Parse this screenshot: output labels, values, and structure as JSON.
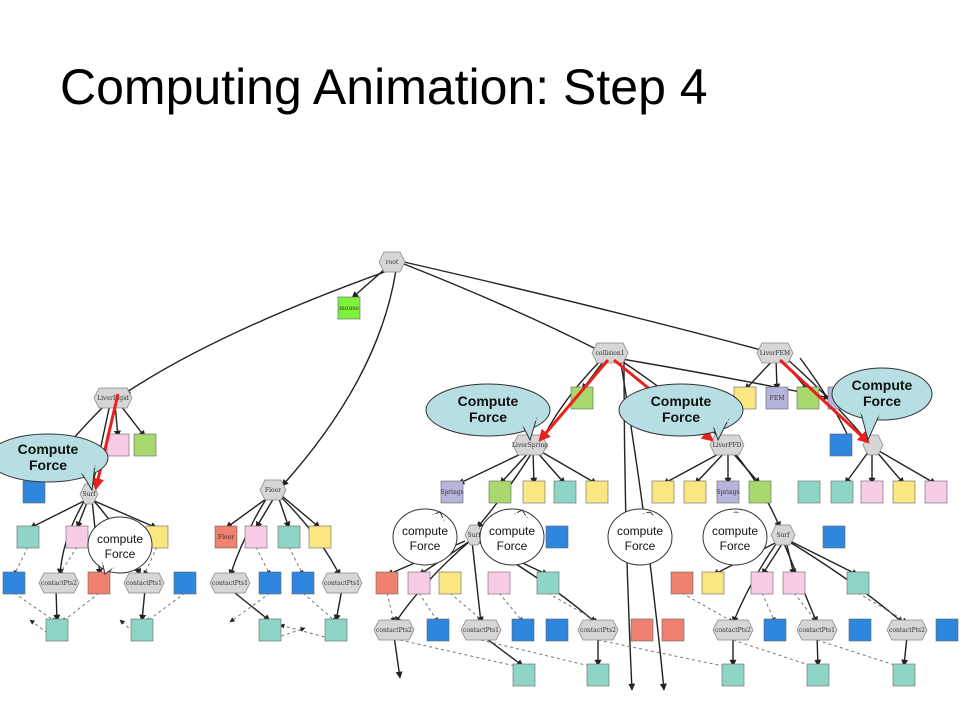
{
  "slide": {
    "title": "Computing Animation: Step 4"
  },
  "graph": {
    "root": "root",
    "mouse": "mouse",
    "liver_rigid": "LiverRigid",
    "floor": "Floor",
    "collision": "collision1",
    "liver_fem": "LiverFEM",
    "liver_spring": "LiverSpring",
    "liver_ffd": "LiverFFD",
    "fem": "FEM",
    "springs": "Springs",
    "surf": "Surf",
    "contact_pts1": "contactPts1",
    "contact_pts2": "contactPts2"
  },
  "callouts": {
    "compute_force_big": [
      "Compute",
      "Force"
    ],
    "compute_force_small": [
      "compute",
      "Force"
    ]
  },
  "colors": {
    "teal": "#8fd5c6",
    "blue": "#2e86de",
    "pink": "#f9cce6",
    "yellow": "#fbe77f",
    "green": "#a8d86e",
    "salmon": "#f08070",
    "lavender": "#b4b4dc",
    "lime": "#7cf23a",
    "bubble": "#b7dfe3",
    "arrow": "#e8211c",
    "hex": "#d6d6d6"
  }
}
